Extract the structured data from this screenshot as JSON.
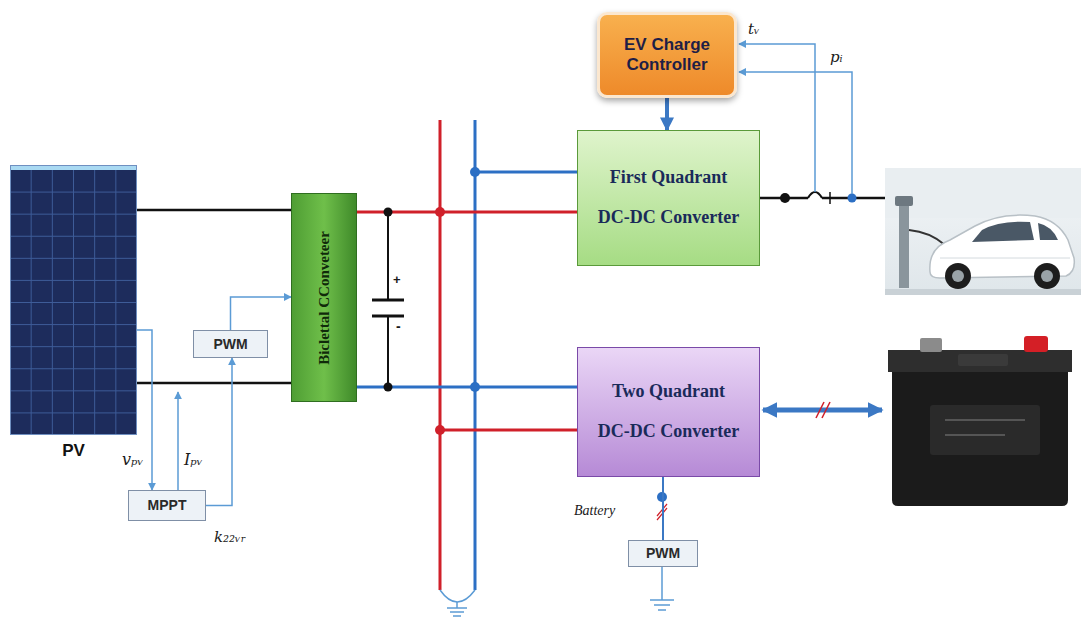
{
  "diagram": {
    "nodes": [
      {
        "text": [
          "PV"
        ]
      },
      {
        "text": [
          "Biclettal CConveteer"
        ]
      },
      {
        "text": [
          "PWM"
        ]
      },
      {
        "text": [
          "MPPT"
        ]
      },
      {
        "text": [
          "First Quadrant",
          "DC-DC Converter"
        ]
      },
      {
        "text": [
          "EV Charge Controller"
        ]
      },
      {
        "text": [
          "Two Quadrant",
          "DC-DC Converter"
        ]
      },
      {
        "text": [
          "PWM"
        ]
      }
    ],
    "edges": [
      {
        "from": 0,
        "to": 1,
        "arrow": "none"
      },
      {
        "from": 0,
        "to": 1,
        "arrow": "none"
      },
      {
        "from": 0,
        "to": 3,
        "arrow": "to"
      },
      {
        "from": 3,
        "to": 2,
        "arrow": "to"
      },
      {
        "from": 2,
        "to": 1,
        "arrow": "to"
      },
      {
        "from": 5,
        "to": 4,
        "arrow": "to"
      },
      {
        "from": 7,
        "to": 6,
        "arrow": "none"
      }
    ],
    "labels": [
      "+",
      "-",
      "vₚᵥ",
      "Iₚᵥ",
      "k₂₂ᵥᵣ",
      "tᵥ",
      "pᵢ",
      "Battery"
    ]
  }
}
